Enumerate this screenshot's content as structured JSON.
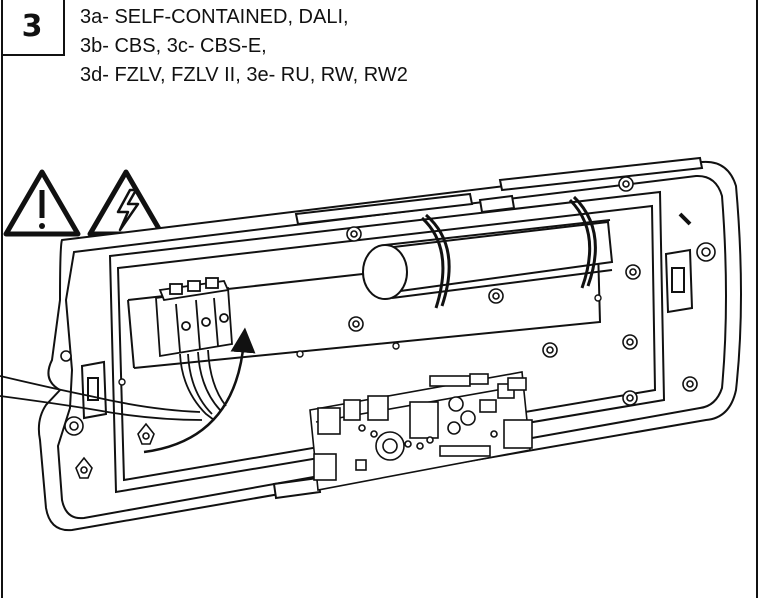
{
  "step": {
    "number": "3",
    "lines": [
      "3a- SELF-CONTAINED, DALI,",
      "3b- CBS, 3c- CBS-E,",
      "3d- FZLV, FZLV II, 3e- RU, RW, RW2"
    ]
  },
  "warnings": {
    "general_icon": "warning-exclamation-icon",
    "electrical_icon": "warning-high-voltage-icon"
  }
}
